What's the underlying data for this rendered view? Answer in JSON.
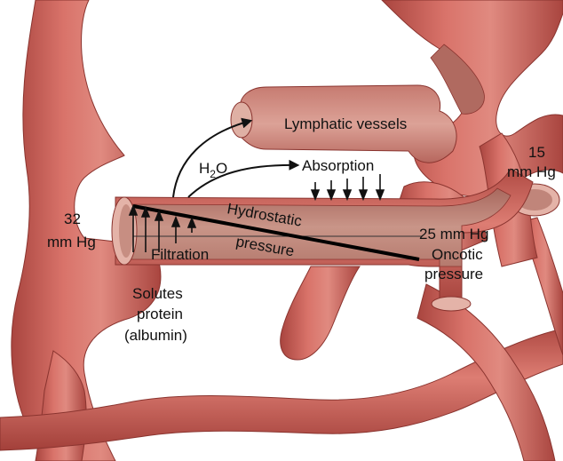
{
  "labels": {
    "lymphatic": "Lymphatic vessels",
    "h2o_main": "H",
    "h2o_sub": "2",
    "h2o_tail": "O",
    "absorption": "Absorption",
    "pressure_15_line1": "15",
    "pressure_15_line2": "mm Hg",
    "pressure_32_line1": "32",
    "pressure_32_line2": "mm Hg",
    "hydrostatic": "Hydrostatic",
    "pressure_word": "pressure",
    "filtration": "Filtration",
    "pressure_25": "25 mm Hg",
    "oncotic_line1": "Oncotic",
    "oncotic_line2": "pressure",
    "solutes_line1": "Solutes",
    "solutes_line2": "protein",
    "solutes_line3": "(albumin)"
  },
  "colors": {
    "vessel": "#d0655c",
    "vessel_dark": "#9e3e3a",
    "vessel_light": "#e9a29b",
    "lumen": "#b8776c",
    "lumen_light": "#d9b2a6",
    "cut_face": "#e7b9ae",
    "ink": "#111111"
  }
}
